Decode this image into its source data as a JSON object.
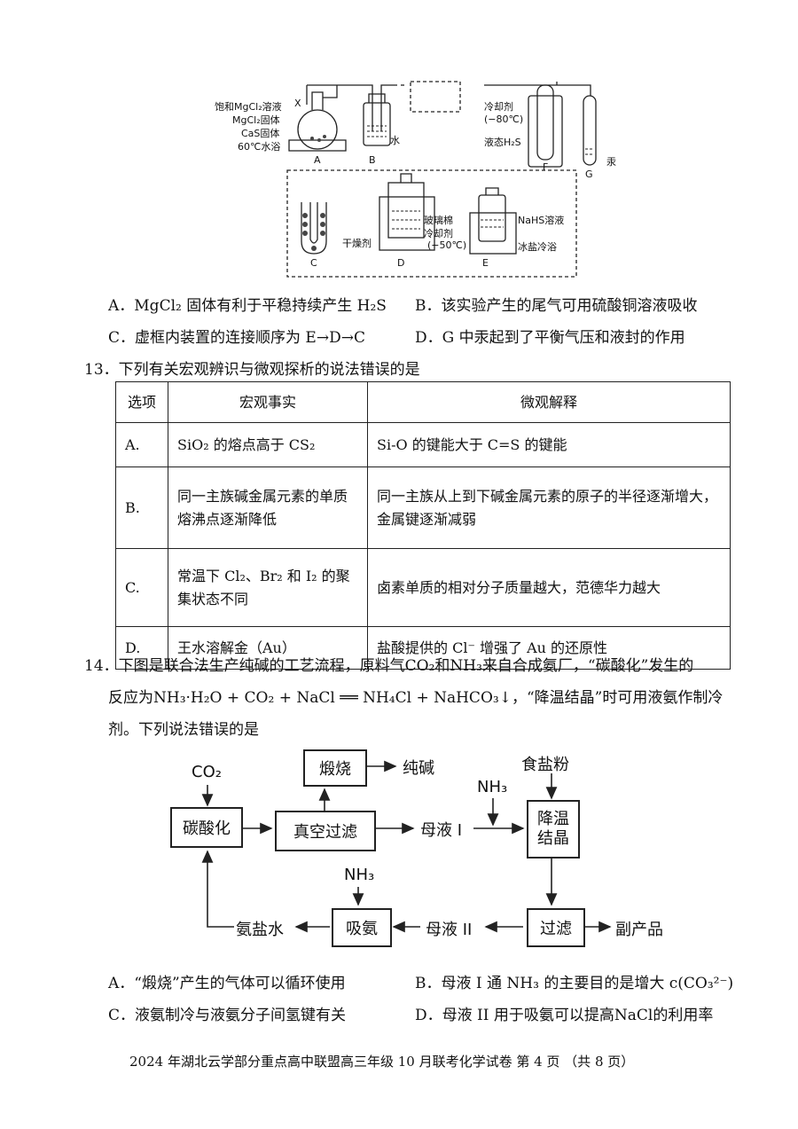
{
  "apparatus": {
    "labels": {
      "a1": "饱和MgCl₂溶液",
      "a2": "MgCl₂固体",
      "a3": "CaS固体",
      "a4": "60℃水浴",
      "x": "X",
      "A": "A",
      "B": "B",
      "water": "水",
      "f1": "冷却剂",
      "f2": "(−80℃)",
      "f3": "液态H₂S",
      "F": "F",
      "G": "G",
      "hg": "汞",
      "C": "C",
      "drying": "干燥剂",
      "D": "D",
      "d1": "玻璃棉",
      "d2": "冷却剂",
      "d3": "(−50℃)",
      "E": "E",
      "e1": "NaHS溶液",
      "e2": "冰盐冷浴"
    }
  },
  "q12_options": {
    "A": "A．MgCl₂ 固体有利于平稳持续产生 H₂S",
    "B": "B．该实验产生的尾气可用硫酸铜溶液吸收",
    "C": "C．虚框内装置的连接顺序为 E→D→C",
    "D": "D．G 中汞起到了平衡气压和液封的作用"
  },
  "q13": {
    "stem": "13．下列有关宏观辨识与微观探析的说法错误的是",
    "headers": [
      "选项",
      "宏观事实",
      "微观解释"
    ],
    "rows": [
      {
        "opt": "A.",
        "fact": "SiO₂ 的熔点高于 CS₂",
        "expl": "Si-O 的键能大于 C=S 的键能"
      },
      {
        "opt": "B.",
        "fact": "同一主族碱金属元素的单质熔沸点逐渐降低",
        "expl": "同一主族从上到下碱金属元素的原子的半径逐渐增大，金属键逐渐减弱"
      },
      {
        "opt": "C.",
        "fact": "常温下 Cl₂、Br₂ 和 I₂ 的聚集状态不同",
        "expl": "卤素单质的相对分子质量越大，范德华力越大"
      },
      {
        "opt": "D.",
        "fact": "王水溶解金（Au）",
        "expl": "盐酸提供的 Cl⁻ 增强了 Au 的还原性"
      }
    ]
  },
  "q14": {
    "line1": "14．下图是联合法生产纯碱的工艺流程，原料气CO₂和NH₃来自合成氨厂，“碳酸化”发生的",
    "line2": "反应为NH₃·H₂O + CO₂ + NaCl ══ NH₄Cl + NaHCO₃↓，“降温结晶”时可用液氨作制冷",
    "line3": "剂。下列说法错误的是"
  },
  "flow": {
    "co2": "CO₂",
    "carbonation": "碳酸化",
    "calcination": "煅烧",
    "soda": "纯碱",
    "vacuum": "真空过滤",
    "mother1": "母液 I",
    "nh3_top": "NH₃",
    "salt": "食盐粉",
    "cool1": "降温",
    "cool2": "结晶",
    "nh3_mid": "NH₃",
    "absorb": "吸氨",
    "ammonia_brine": "氨盐水",
    "mother2": "母液 II",
    "filter": "过滤",
    "byproduct": "副产品"
  },
  "q14_options": {
    "A": "A．“煅烧”产生的气体可以循环使用",
    "B": "B．母液 I 通 NH₃ 的主要目的是增大 c(CO₃²⁻)",
    "C": "C．液氨制冷与液氨分子间氢键有关",
    "D": "D．母液 II 用于吸氨可以提高NaCl的利用率"
  },
  "footer": "2024 年湖北云学部分重点高中联盟高三年级 10 月联考化学试卷   第 4 页   （共 8 页）"
}
